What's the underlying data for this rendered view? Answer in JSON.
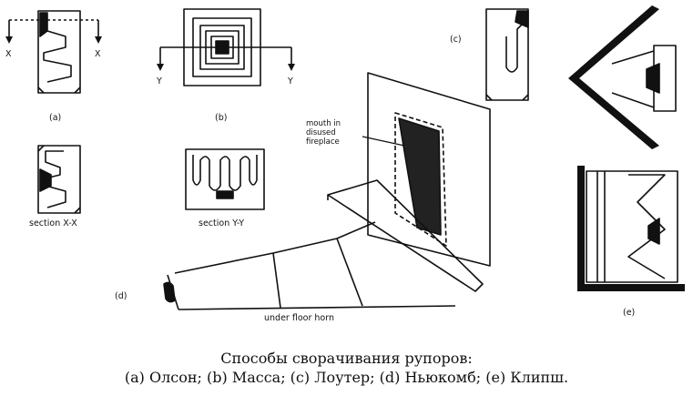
{
  "labels": {
    "axis_x_left": "X",
    "axis_x_right": "X",
    "axis_y_left": "Y",
    "axis_y_right": "Y",
    "fig_a": "(a)",
    "fig_b": "(b)",
    "fig_c": "(c)",
    "fig_d": "(d)",
    "fig_e": "(e)",
    "section_xx": "section X-X",
    "section_yy": "section Y-Y",
    "mouth_line1": "mouth in",
    "mouth_line2": "disused",
    "mouth_line3": "fireplace",
    "under_floor": "under floor horn"
  },
  "caption": {
    "line1": "Способы сворачивания рупоров:",
    "line2": "(a) Олсон; (b) Масса; (c) Лоутер; (d) Ньюкомб; (e) Клипш."
  }
}
